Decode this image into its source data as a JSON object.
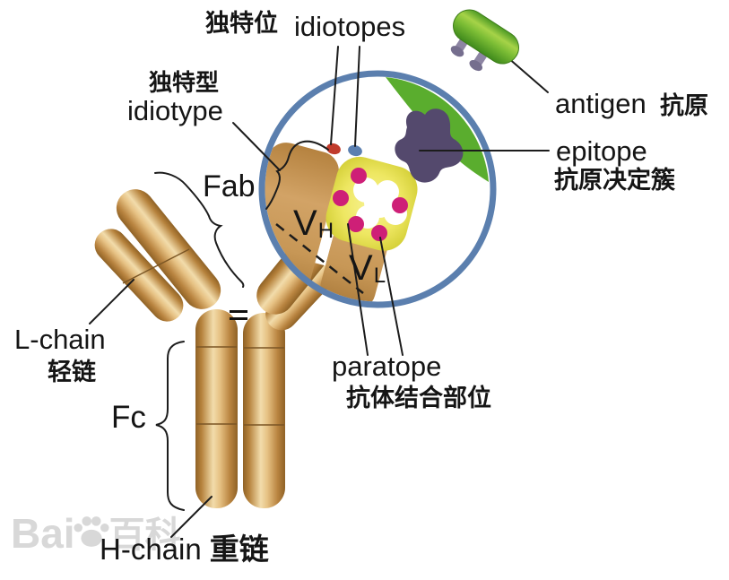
{
  "labels": {
    "idiotopes_cn": "独特位",
    "idiotopes_en": "idiotopes",
    "antigen_en": "antigen",
    "antigen_cn": "抗原",
    "idiotype_cn": "独特型",
    "idiotype_en": "idiotype",
    "epitope_en": "epitope",
    "epitope_cn": "抗原决定簇",
    "fab": "Fab",
    "v_letter": "V",
    "vh_sub": "H",
    "vl_sub": "L",
    "l_chain_en": "L-chain",
    "l_chain_cn": "轻链",
    "fc": "Fc",
    "paratope_en": "paratope",
    "paratope_cn": "抗体结合部位",
    "h_chain_en": "H-chain",
    "h_chain_cn": "重链"
  },
  "watermark": {
    "brand_left": "Bai",
    "brand_right": "百科"
  },
  "colors": {
    "antibody_gold": "#d9a55f",
    "antibody_gold_dark": "#8f6226",
    "antibody_gold_light": "#f2dcab",
    "magnifier_ring_blue": "#5b7fae",
    "binding_site_yellow": "#eee762",
    "idiotope_dot_magenta": "#ce1f77",
    "idiotope_dot_red": "#c03b2c",
    "idiotope_dot_blue": "#5b7fb0",
    "epitope_purple": "#54496d",
    "antigen_green": "#7cbd35",
    "antigen_foot_purple": "#8d85a3",
    "label_black": "#151515",
    "watermark_gray": "#d8d8d8"
  }
}
